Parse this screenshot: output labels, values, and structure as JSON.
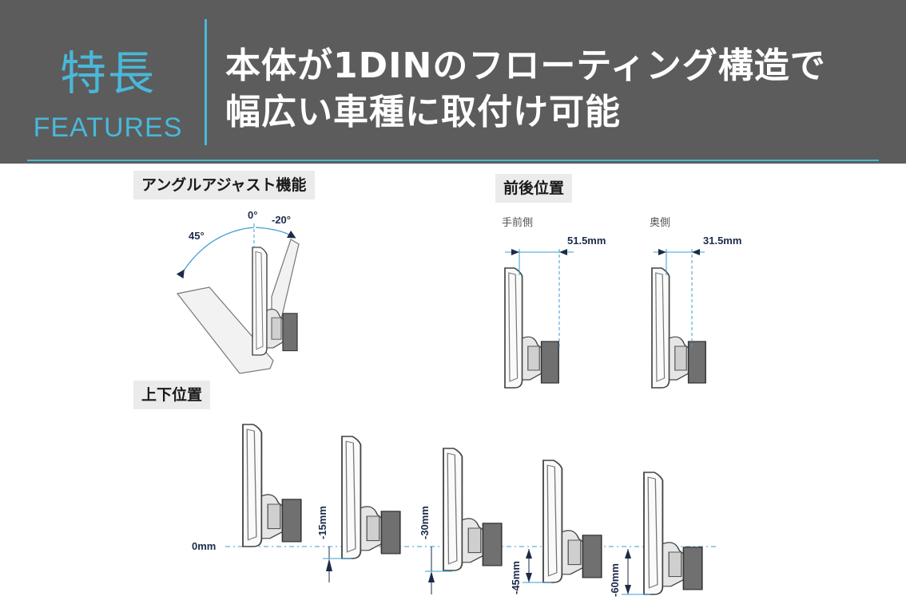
{
  "header": {
    "features_kanji": "特長",
    "features_en": "FEATURES",
    "title_line1": "本体が1DINのフローティング構造で",
    "title_line2": "幅広い車種に取付け可能"
  },
  "angle_adjust": {
    "title": "アングルアジャスト機能",
    "angle_up": "45°",
    "angle_zero": "0°",
    "angle_down": "-20°"
  },
  "front_back": {
    "title": "前後位置",
    "front_label": "手前側",
    "front_value": "51.5mm",
    "back_label": "奥側",
    "back_value": "31.5mm"
  },
  "vertical": {
    "title": "上下位置",
    "positions": [
      "0mm",
      "-15mm",
      "-30mm",
      "-45mm",
      "-60mm"
    ]
  },
  "colors": {
    "accent": "#49b8d9",
    "header_bg": "#5c5c5c",
    "dimension_blue": "#3a9fd0"
  }
}
